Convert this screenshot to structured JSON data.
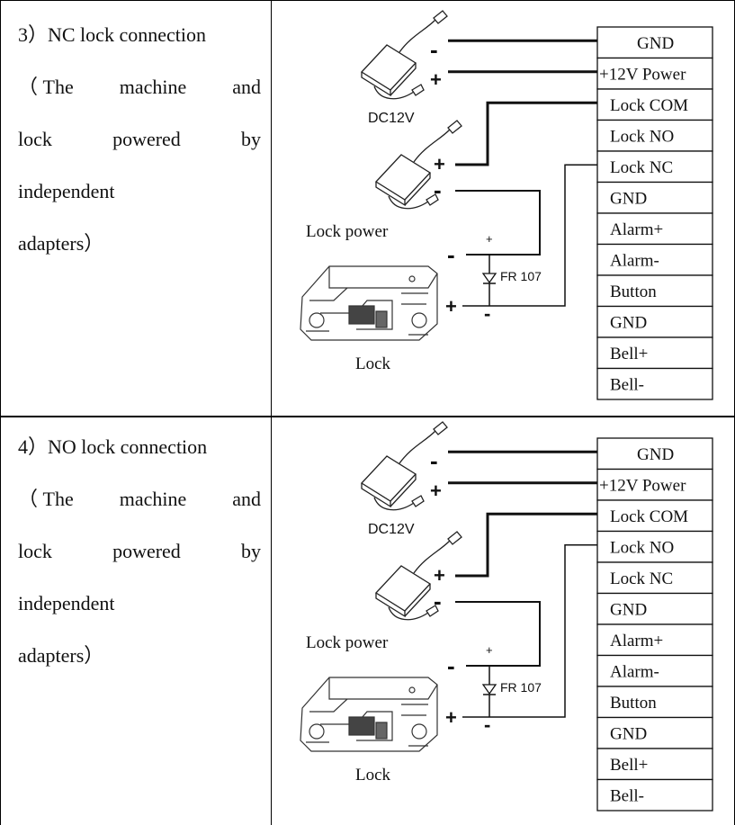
{
  "sections": [
    {
      "heading": "3）NC lock connection",
      "desc_lines": [
        [
          "（ The",
          "machine",
          "and"
        ],
        [
          "lock",
          "powered",
          "by"
        ],
        [
          "independent"
        ],
        [
          "adapters）"
        ]
      ],
      "adapter_label": "DC12V",
      "lock_power_label": "Lock power",
      "lock_label": "Lock",
      "diode_label": "FR 107",
      "minus_sign": "-",
      "plus_sign": "+",
      "connected_lock_terminal": "Lock NC",
      "terminals": [
        "GND",
        "+12V Power",
        "Lock COM",
        "Lock NO",
        "Lock NC",
        "GND",
        "Alarm+",
        "Alarm-",
        "Button",
        "GND",
        "Bell+",
        "Bell-"
      ]
    },
    {
      "heading": "4）NO lock connection",
      "desc_lines": [
        [
          "（ The",
          "machine",
          "and"
        ],
        [
          "lock",
          "powered",
          "by"
        ],
        [
          "independent"
        ],
        [
          "adapters）"
        ]
      ],
      "adapter_label": "DC12V",
      "lock_power_label": "Lock power",
      "lock_label": "Lock",
      "diode_label": "FR 107",
      "minus_sign": "-",
      "plus_sign": "+",
      "connected_lock_terminal": "Lock NO",
      "terminals": [
        "GND",
        "+12V Power",
        "Lock COM",
        "Lock NO",
        "Lock NC",
        "GND",
        "Alarm+",
        "Alarm-",
        "Button",
        "GND",
        "Bell+",
        "Bell-"
      ]
    }
  ]
}
